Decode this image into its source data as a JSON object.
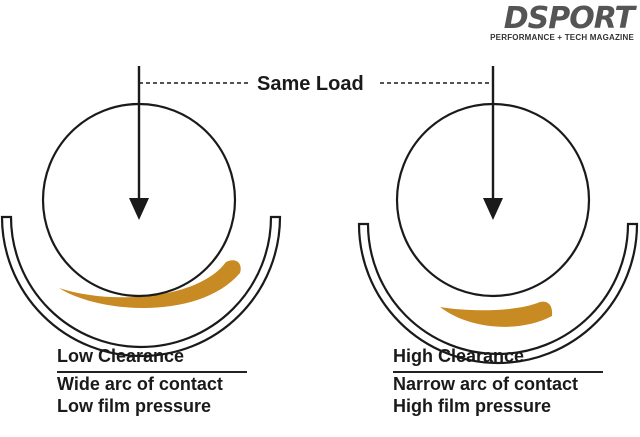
{
  "brand": {
    "logo_text": "DSPORT",
    "tagline": "PERFORMANCE + TECH MAGAZINE"
  },
  "diagram": {
    "center_label": "Same Load",
    "colors": {
      "oil_film": "#c88a22",
      "line": "#1a1a1a",
      "background": "#ffffff"
    },
    "left": {
      "title": "Low Clearance",
      "line1": "Wide arc of contact",
      "line2": "Low film pressure"
    },
    "right": {
      "title": "High Clearance",
      "line1": "Narrow arc of contact",
      "line2": "High film pressure"
    }
  }
}
